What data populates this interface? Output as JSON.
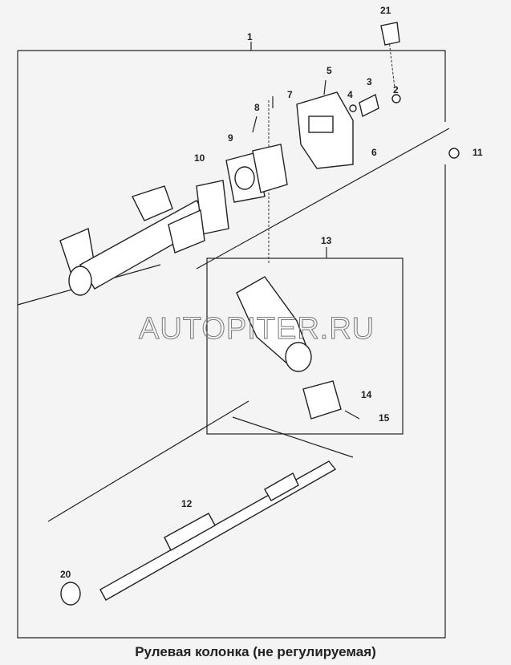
{
  "title": "Рулевая колонка (не регулируемая)",
  "watermark": "AUTOPITER.RU",
  "callouts": {
    "c1": "1",
    "c2": "2",
    "c3": "3",
    "c4": "4",
    "c5": "5",
    "c6": "6",
    "c7": "7",
    "c8": "8",
    "c9": "9",
    "c10": "10",
    "c11": "11",
    "c12": "12",
    "c13": "13",
    "c14": "14",
    "c15": "15",
    "c20": "20",
    "c21": "21"
  }
}
